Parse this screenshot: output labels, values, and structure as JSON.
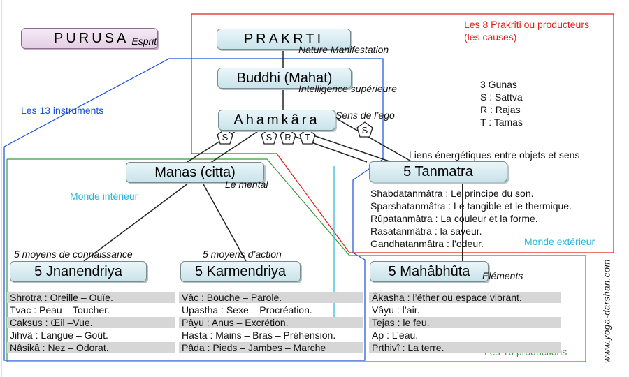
{
  "purusa": {
    "label": "PURUSA",
    "sub": "Esprit"
  },
  "prakrti": {
    "label": "PRAKRTI",
    "sub": "Nature Manifestation"
  },
  "buddhi": {
    "label": "Buddhi (Mahat)",
    "sub": "Intelligence supérieure"
  },
  "ahamkara": {
    "label": "Ahamkâra",
    "sub": "Sens de l’ego"
  },
  "manas": {
    "label": "Manas (citta)",
    "sub": "Le mental"
  },
  "tanmatra": {
    "label": "5 Tanmatra"
  },
  "jnanendriya": {
    "label": "5 Jnanendriya",
    "caption": "5 moyens de connaissance"
  },
  "karmendriya": {
    "label": "5 Karmendriya",
    "caption": "5 moyens d’action"
  },
  "mahabhuta": {
    "label": "5 Mahâbhûta",
    "sub": "Eléments"
  },
  "regions": {
    "instruments": "Les 13 instruments",
    "prakriti_line1": "Les 8 Prakriti ou producteurs",
    "prakriti_line2": "(les causes)",
    "productions": "Les 16 productions",
    "inner": "Monde intérieur",
    "outer": "Monde extérieur"
  },
  "gunas": {
    "title": "3 Gunas",
    "items": [
      "S : Sattva",
      "R : Rajas",
      "T : Tamas"
    ],
    "symbols": [
      "S",
      "S",
      "R",
      "T",
      "S"
    ]
  },
  "links_label": "Liens énergétiques entre objets et sens",
  "tanmatra_list": [
    "Shabdatanmâtra : Le principe du son.",
    "Sparshatanmâtra : Le tangible et le thermique.",
    "Rûpatanmâtra : La couleur et la forme.",
    "Rasatanmâtra : la saveur.",
    "Gandhatanmâtra : l’odeur."
  ],
  "jnanendriya_list": [
    "Shrotra : Oreille – Ouïe.",
    "Tvac : Peau – Toucher.",
    "Caksus : Œil –Vue.",
    "Jihvâ : Langue – Goût.",
    "Nâsikâ : Nez – Odorat."
  ],
  "karmendriya_list": [
    "Vâc : Bouche – Parole.",
    "Upastha : Sexe – Procréation.",
    "Pâyu : Anus – Excrétion.",
    "Hasta : Mains – Bras – Préhension.",
    "Pâda : Pieds – Jambes – Marche"
  ],
  "mahabhuta_list": [
    "Âkasha : l’éther ou espace vibrant.",
    "Vâyu : l’air.",
    "Tejas : le feu.",
    "Ap : L’eau.",
    "Prthivî : La terre."
  ],
  "watermark": "www.yoga-darshan.com",
  "colors": {
    "red": "#e0201a",
    "blue": "#1a4fd8",
    "green": "#3a9a3a",
    "cyan": "#27b6d8",
    "box": "#c9e3ea"
  }
}
